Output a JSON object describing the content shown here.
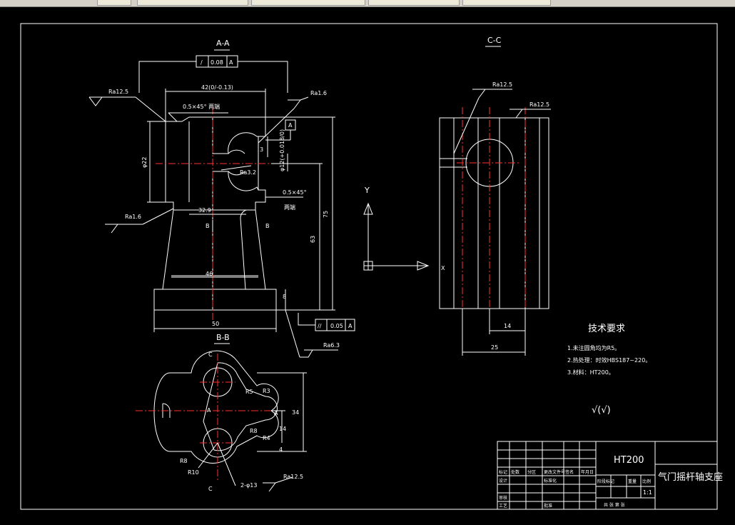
{
  "tabs": [
    "",
    "",
    "",
    ""
  ],
  "views": {
    "aa_title": "A-A",
    "bb_title": "B-B",
    "cc_title": "C-C"
  },
  "annotations": {
    "ra12_5_left": "Ra12.5",
    "ra1_6_top": "Ra1.6",
    "chamfer_top": "0.5×45° 两端",
    "ra3_2": "Ra3.2",
    "chamfer_mid": "0.5×45°",
    "chamfer_mid2": "两端",
    "ra1_6_left": "Ra1.6",
    "ra6_3": "Ra6.3",
    "flatness_sym": "/",
    "flatness_val": "0.08",
    "flatness_ref": "A",
    "parallel_sym": "//",
    "parallel_val": "0.05",
    "parallel_ref": "A",
    "datum_a": "A",
    "cc_ra12_5_a": "Ra12.5",
    "cc_ra12_5_b": "Ra12.5",
    "bb_ra12_5": "Ra12.5",
    "sec_b1": "B",
    "sec_b2": "B",
    "sec_c1": "C",
    "sec_c2": "C",
    "sec_a1": "A",
    "sec_a2": "A"
  },
  "dimensions": {
    "d42": "42(0/-0.13)",
    "d32_9": "32.9",
    "d46": "46",
    "d50": "50",
    "d3": "3",
    "d4": "4",
    "d63": "63",
    "d75": "75",
    "d14_cc": "14",
    "d25_cc": "25",
    "d8": "8",
    "d_left": "φ22",
    "d_bore": "φ12(+0.018/0)",
    "bb_r10": "R10",
    "bb_r8": "R8",
    "bb_holes": "2-φ13",
    "bb_r5": "R5",
    "bb_r3": "R3",
    "bb_r4": "R4",
    "bb_34": "34",
    "bb_14": "14",
    "bb_4": "4"
  },
  "tech": {
    "title": "技术要求",
    "items": [
      "1.未注圆角均为R5。",
      "2.热处理：时效HBS187~220。",
      "3.材料：HT200。"
    ],
    "rough_sym": "√(√)"
  },
  "axis": {
    "y_label": "Y",
    "x_label": "X"
  },
  "title_block": {
    "material": "HT200",
    "part_name": "气门摇杆轴支座",
    "scale": "1:1",
    "labels": [
      "标记",
      "处数",
      "分区",
      "更改文件号",
      "签名",
      "年月日",
      "设计",
      "标准化",
      "审核",
      "工艺",
      "批准",
      "阶段标记",
      "重量",
      "比例",
      "共 张 第 张"
    ]
  }
}
